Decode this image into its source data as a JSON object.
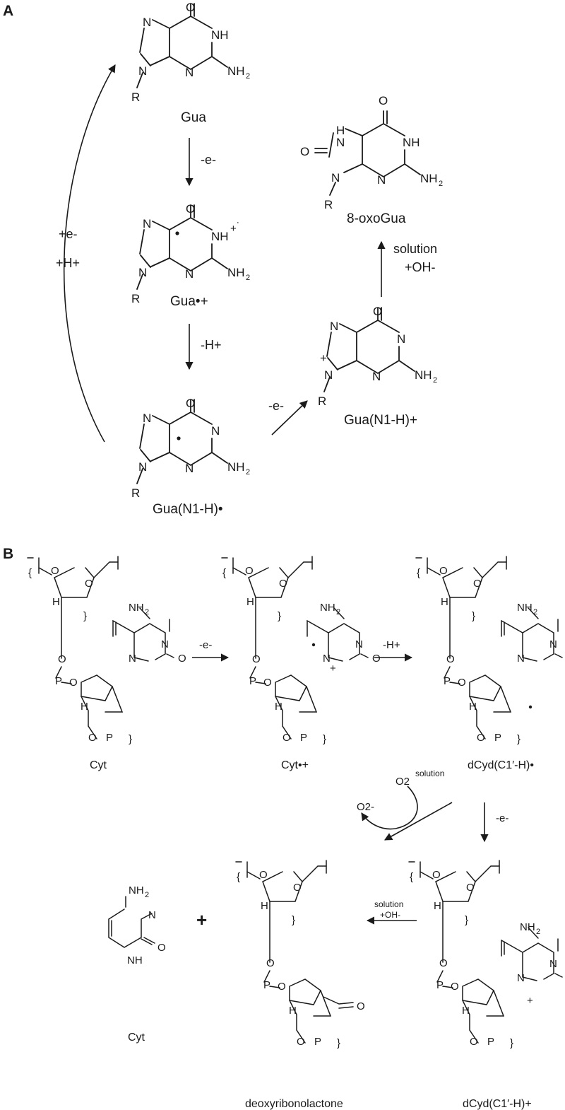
{
  "panels": {
    "a": "A",
    "b": "B"
  },
  "atoms": {
    "N": "N",
    "NH": "NH",
    "H": "H",
    "O": "O",
    "R": "R",
    "P": "P",
    "NH2_base": "NH",
    "sub2": "2",
    "plus": "+",
    "plus_dot": "+˙"
  },
  "panel_a": {
    "gua": "Gua",
    "gua_radical_cation": "Gua•+",
    "gua_n1h_radical": "Gua(N1-H)•",
    "gua_n1h_cation": "Gua(N1-H)+",
    "oxogua": "8-oxoGua",
    "step_ox1": "-e-",
    "step_deprot": "-H+",
    "step_ox2": "-e-",
    "step_repair_e": "+e-",
    "step_repair_h": "+H+",
    "step_sol_1": "solution",
    "step_sol_2": "+OH-"
  },
  "panel_b": {
    "cyt": "Cyt",
    "cyt_radical_cation": "Cyt•+",
    "dcyd_radical": "dCyd(C1′-H)•",
    "dcyd_cation": "dCyd(C1′-H)+",
    "deoxyribonolactone": "deoxyribonolactone",
    "free_cyt": "Cyt",
    "plus": "+",
    "step_ox1": "-e-",
    "step_deprot": "-H+",
    "step_ox2": "-e-",
    "o2": "O2",
    "o2_sup": "O2-",
    "o2_solution": "solution",
    "step_sol_1": "solution",
    "step_sol_2": "+OH-"
  }
}
